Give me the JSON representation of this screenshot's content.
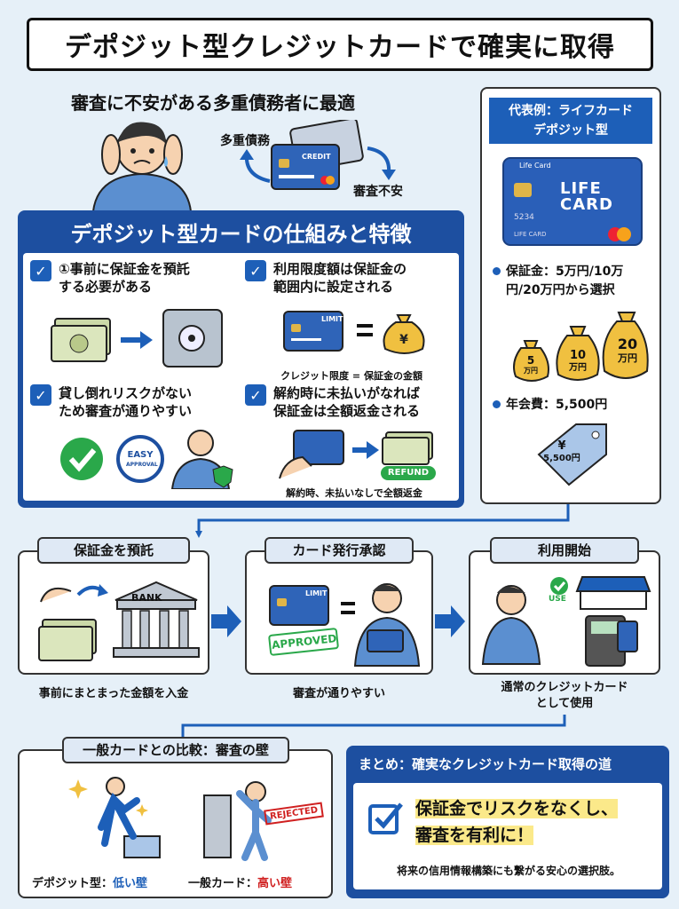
{
  "title": "デポジット型クレジットカードで確実に取得",
  "intro": {
    "heading": "審査に不安がある多重債務者に最適",
    "tag_debt": "多重債務",
    "tag_anxiety": "審査不安",
    "card_text": "CREDIT"
  },
  "mechanism": {
    "heading": "デポジット型カードの仕組みと特徴",
    "features": [
      {
        "line1": "①事前に保証金を預託",
        "line2": "する必要がある"
      },
      {
        "line1": "利用限度額は保証金の",
        "line2": "範囲内に設定される",
        "caption": "クレジット限度 = 保証金の金額",
        "card_label": "LIMIT"
      },
      {
        "line1": "貸し倒れリスクがない",
        "line2": "ため審査が通りやすい",
        "badge_line1": "EASY",
        "badge_line2": "APPROVAL"
      },
      {
        "line1": "解約時に未払いがなれば",
        "line2": "保証金は全額返金される",
        "caption": "解約時、未払いなしで全額返金",
        "refund_label": "REFUND"
      }
    ]
  },
  "example": {
    "heading_line1": "代表例：ライフカード",
    "heading_line2": "デポジット型",
    "card_brand": "Life Card",
    "card_name1": "LIFE",
    "card_name2": "CARD",
    "card_number": "5234",
    "card_footer": "LIFE CARD",
    "deposit_line1": "保証金：5万円/10万",
    "deposit_line2": "円/20万円から選択",
    "bags": [
      {
        "amount": "5",
        "unit": "万円"
      },
      {
        "amount": "10",
        "unit": "万円"
      },
      {
        "amount": "20",
        "unit": "万円"
      }
    ],
    "fee": "年会費：5,500円",
    "tag_yen": "¥",
    "tag_value": "5,500円"
  },
  "steps": [
    {
      "head": "保証金を預託",
      "caption": "事前にまとまった金額を入金",
      "bank_label": "BANK"
    },
    {
      "head": "カード発行承認",
      "caption": "審査が通りやすい",
      "card_label": "LIMIT",
      "stamp": "APPROVED"
    },
    {
      "head": "利用開始",
      "caption_line1": "通常のクレジットカード",
      "caption_line2": "として使用",
      "use_label": "USE"
    }
  ],
  "compare": {
    "head": "一般カードとの比較：審査の壁",
    "left_label": "デポジット型：",
    "left_value": "低い壁",
    "right_label": "一般カード：",
    "right_value": "高い壁",
    "stamp": "REJECTED"
  },
  "summary": {
    "head": "まとめ：確実なクレジットカード取得の道",
    "line1": "保証金でリスクをなくし、",
    "line2": "審査を有利に！",
    "note": "将来の信用情報構築にも繋がる安心の選択肢。"
  },
  "colors": {
    "accent": "#1d5fb8",
    "panel": "#1d4fa0",
    "background": "#e6f0f8",
    "highlight": "#fbe98a",
    "warning": "#d02020",
    "success": "#2aa84a"
  }
}
